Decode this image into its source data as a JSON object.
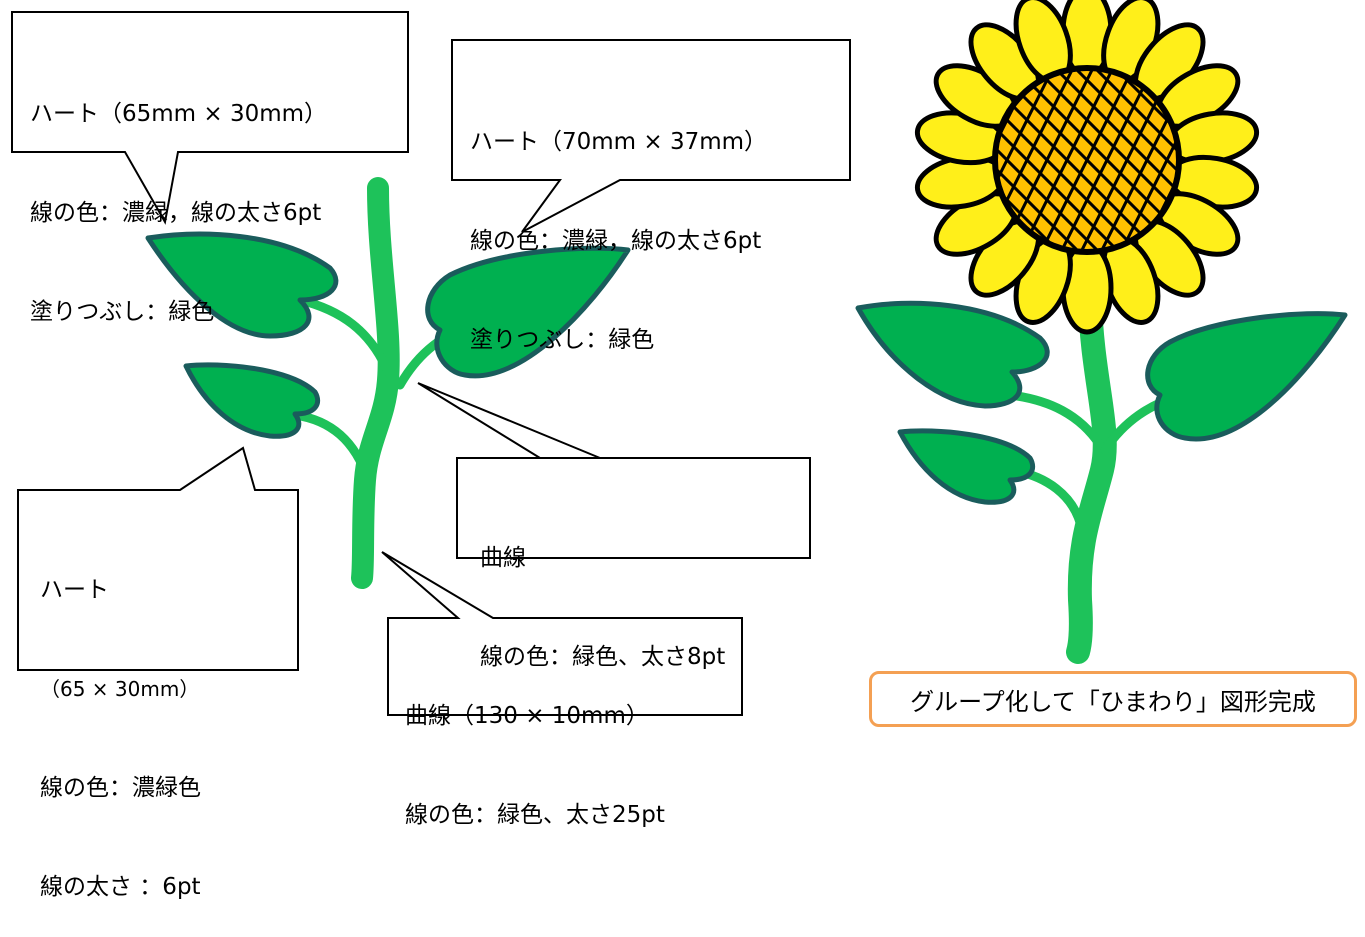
{
  "callouts": {
    "top_left": {
      "lines": [
        "ハート（65mm × 30mm）",
        "線の色：濃緑，線の太さ6pt",
        "塗りつぶし：緑色"
      ]
    },
    "top_right": {
      "lines": [
        "ハート（70mm × 37mm）",
        "線の色：濃緑，線の太さ6pt",
        "塗りつぶし：緑色"
      ]
    },
    "bottom_left": {
      "lines": [
        "ハート",
        "（65 × 30mm）",
        "線の色：濃緑色",
        "線の太さ ：6pt"
      ]
    },
    "middle_right": {
      "lines": [
        "曲線",
        "線の色：緑色、太さ8pt"
      ]
    },
    "bottom_middle": {
      "lines": [
        "曲線（130 × 10mm）",
        "線の色：緑色、太さ25pt"
      ]
    }
  },
  "final_label": "グループ化して「ひまわり」図形完成",
  "colors": {
    "leaf_fill": "#00b050",
    "leaf_stroke": "#1a5c5c",
    "stem": "#1ec25a",
    "petal_fill": "#ffef1a",
    "center_fill": "#ffc000",
    "outline": "#000000",
    "label_border": "#f4a053"
  }
}
